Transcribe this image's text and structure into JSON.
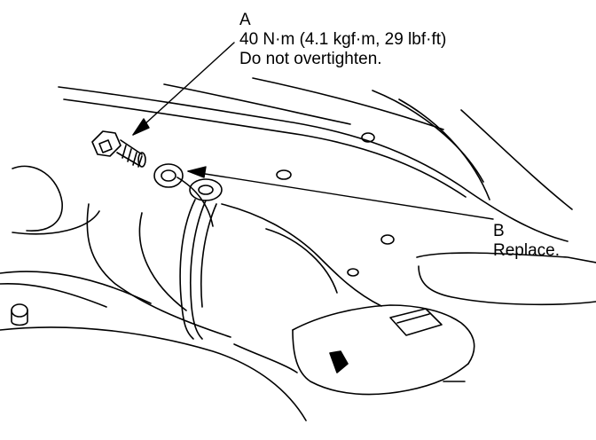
{
  "callouts": {
    "a": {
      "letter": "A",
      "torque": "40 N·m (4.1 kgf·m, 29 lbf·ft)",
      "note": "Do not overtighten."
    },
    "b": {
      "letter": "B",
      "note": "Replace."
    }
  },
  "colors": {
    "ink": "#000000",
    "paper": "#ffffff"
  }
}
